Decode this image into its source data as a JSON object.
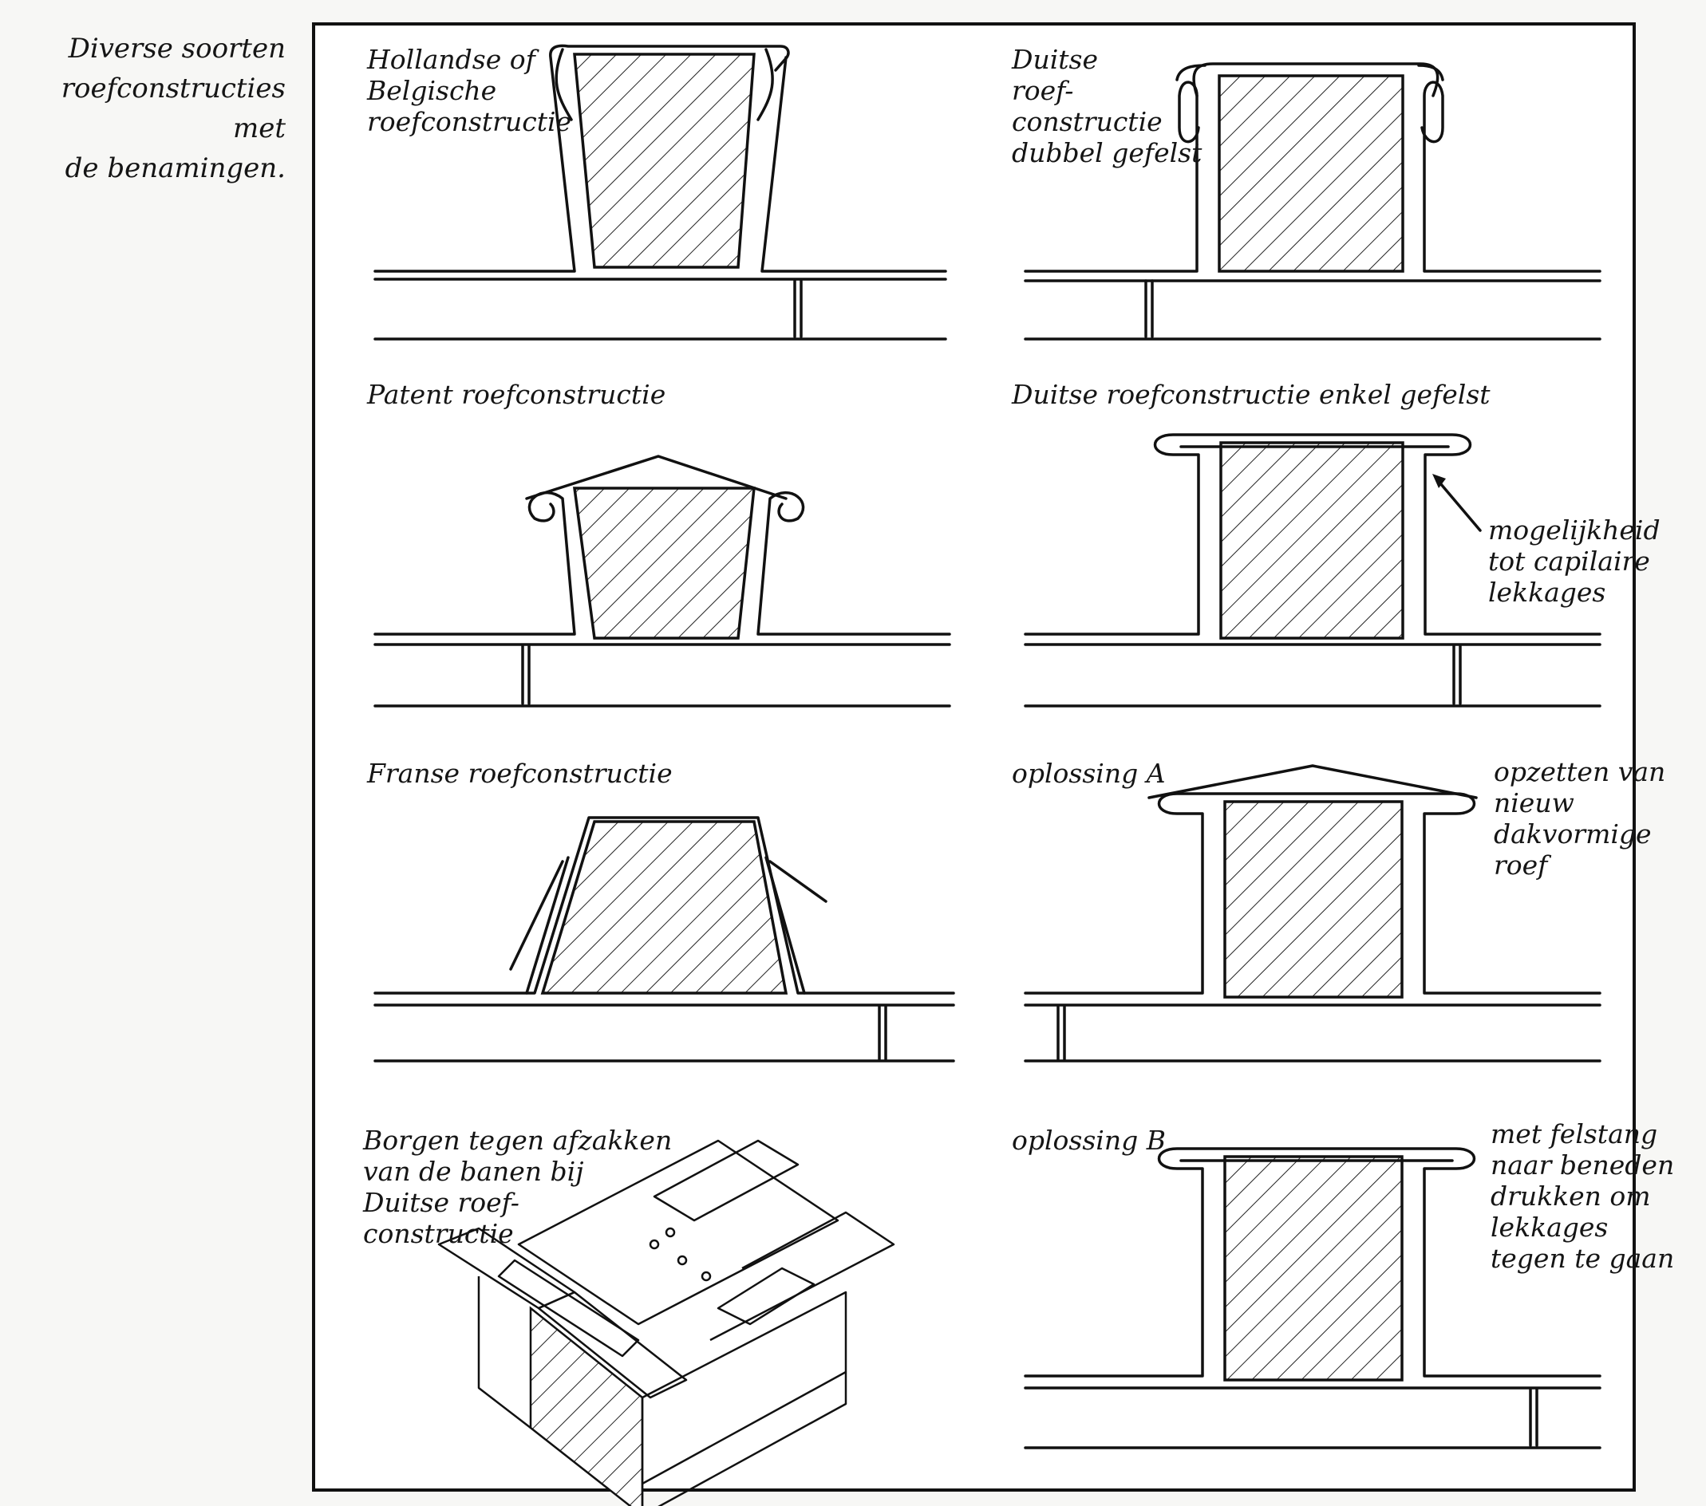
{
  "caption": "Diverse soorten\nroefconstructies met\nde benamingen.",
  "labels": {
    "hollandse": "Hollandse of\nBelgische\nroefconstructie",
    "duitse_dubbel": "Duitse\nroef-\nconstructie\ndubbel gefelst",
    "patent": "Patent roefconstructie",
    "duitse_enkel": "Duitse roefconstructie enkel gefelst",
    "capilair": "mogelijkheid\ntot capilaire\nlekkages",
    "franse": "Franse roefconstructie",
    "oplossing_a": "oplossing A",
    "opzetten": "opzetten van\nnieuw\ndakvormige\nroef",
    "borgen": "Borgen tegen afzakken\nvan de banen bij\nDuitse roef-\nconstructie",
    "oplossing_b": "oplossing B",
    "felstang": "met felstang\nnaar beneden\ndrukken om\nlekkages\ntegen te gaan"
  }
}
